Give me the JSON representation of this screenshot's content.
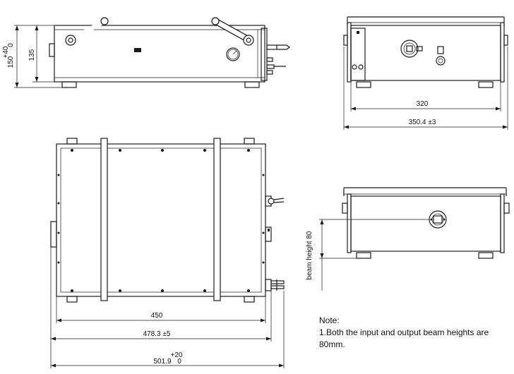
{
  "dimensions": {
    "side_height_tol_upper": "+40",
    "side_height_base": "150",
    "side_height_tol_lower": "0",
    "side_height_135": "135",
    "end_inner_width": "320",
    "end_outer_width": "350.4 ±3",
    "top_length_450": "450",
    "top_length_478": "478.3 ±5",
    "top_length_tol_upper": "+20",
    "top_length_base": "501.9",
    "top_length_tol_lower": "0",
    "beam_height_label": "beam height 80"
  },
  "note": {
    "heading": "Note:",
    "line1": "1.Both the input and output beam heights are",
    "line2": "80mm."
  }
}
